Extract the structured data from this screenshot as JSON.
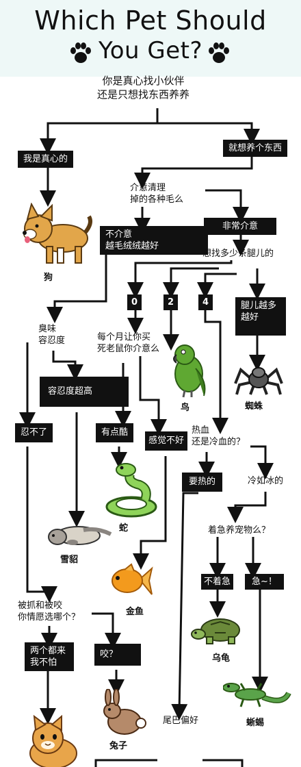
{
  "header": {
    "title_line1": "Which Pet Should",
    "title_line2": "You Get?"
  },
  "nodes": {
    "start": "你是真心找小伙伴\n还是只想找东西养养",
    "sincere": "我是真心的",
    "just_keep": "就想养个东西",
    "mind_fur": "介意清理\n掉的各种毛么",
    "no_mind": "不介意\n越毛绒绒越好",
    "very_mind": "非常介意",
    "how_many_legs": "想找多少条腿儿的",
    "zero": "0",
    "two": "2",
    "four": "4",
    "more_legs": "腿儿越多\n越好",
    "smell": "臭味\n容忍度",
    "mouse": "每个月让你买\n死老鼠你介意么",
    "high_tolerance": "容忍度超高",
    "cant_stand": "忍不了",
    "a_bit": "有点酷",
    "feels_bad": "感觉不好",
    "blood": "热血\n还是冷血的？",
    "hot": "要热的",
    "cold": "冷如冰的",
    "hurry": "着急养宠物么？",
    "no_hurry": "不着急",
    "hurry_yes": "急~！",
    "scratch_bite": "被抓和被咬\n你情愿选哪个？",
    "both": "两个都来\n我不怕",
    "bite": "咬？",
    "tail": "尾巴偏好"
  },
  "pets": {
    "dog": "狗",
    "bird": "鸟",
    "spider": "蜘蛛",
    "snake": "蛇",
    "ferret": "雪貂",
    "goldfish": "金鱼",
    "turtle": "乌龟",
    "lizard": "蜥蜴",
    "rabbit": "兔子"
  },
  "colors": {
    "header_bg": "#eef8f7",
    "box_bg": "#111111",
    "dog": "#e2a64a",
    "bird": "#5fa832",
    "snake": "#8fd45a",
    "fish": "#f39a1d",
    "turtle": "#6b8a3a",
    "lizard": "#5aa34a",
    "ferret": "#8a8580",
    "rabbit": "#b58a6a",
    "cat": "#e8a54a"
  }
}
